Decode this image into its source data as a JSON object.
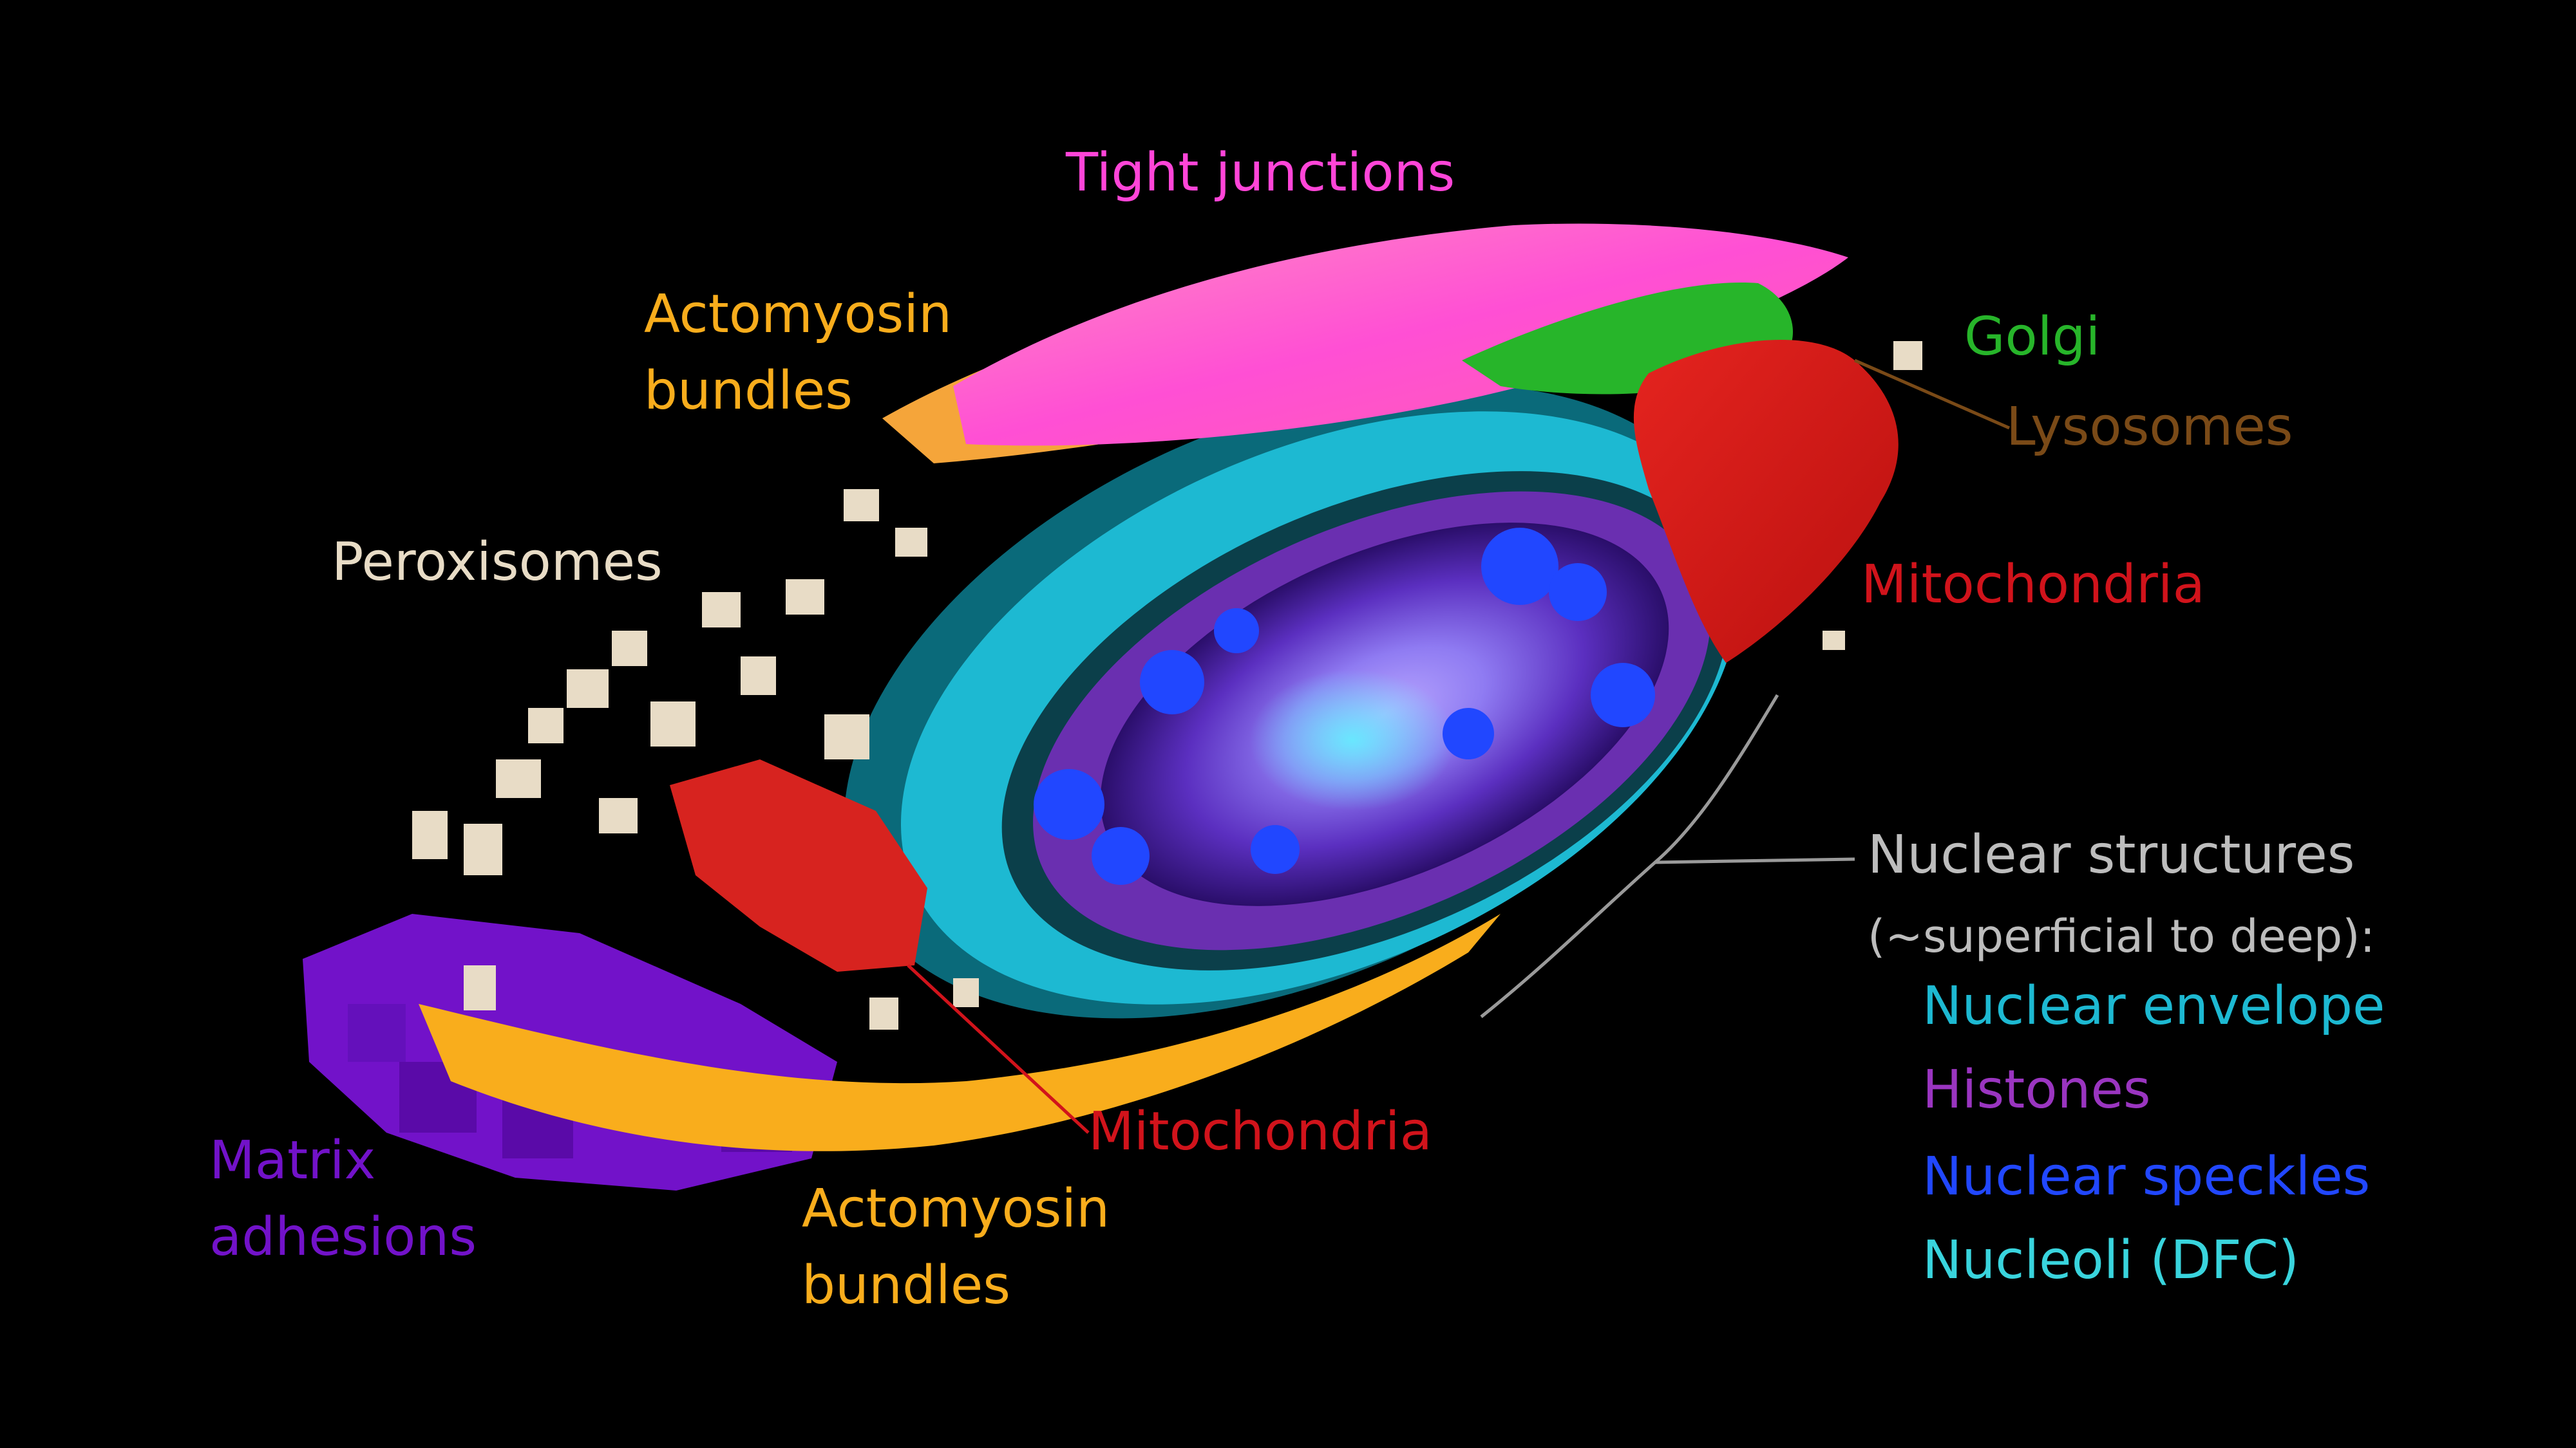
{
  "labels": {
    "tight_junctions": "Tight junctions",
    "actomyosin_top_1": "Actomyosin",
    "actomyosin_top_2": "bundles",
    "golgi": "Golgi",
    "lysosomes": "Lysosomes",
    "peroxisomes": "Peroxisomes",
    "mitochondria_right": "Mitochondria",
    "nuclear_structures": "Nuclear structures",
    "nuclear_structures_sub": "(~superficial to deep):",
    "nuclear_envelope": "Nuclear envelope",
    "histones": "Histones",
    "nuclear_speckles": "Nuclear speckles",
    "nucleoli": "Nucleoli (DFC)",
    "mitochondria_bottom": "Mitochondria",
    "matrix_adhesions_1": "Matrix",
    "matrix_adhesions_2": "adhesions",
    "actomyosin_bottom_1": "Actomyosin",
    "actomyosin_bottom_2": "bundles"
  },
  "colors": {
    "background": "#000000",
    "tight_junctions": "#ff45d8",
    "actomyosin": "#f9ad1c",
    "golgi": "#27b52a",
    "lysosomes": "#7a4a17",
    "peroxisomes": "#e8dcc6",
    "mitochondria": "#d1131b",
    "nuclear_structures": "#bdbdbd",
    "nuclear_envelope": "#1db9d2",
    "histones": "#9a35c0",
    "nuclear_speckles": "#2147ff",
    "nucleoli": "#39d4dd",
    "matrix_adhesions": "#7212c9"
  }
}
